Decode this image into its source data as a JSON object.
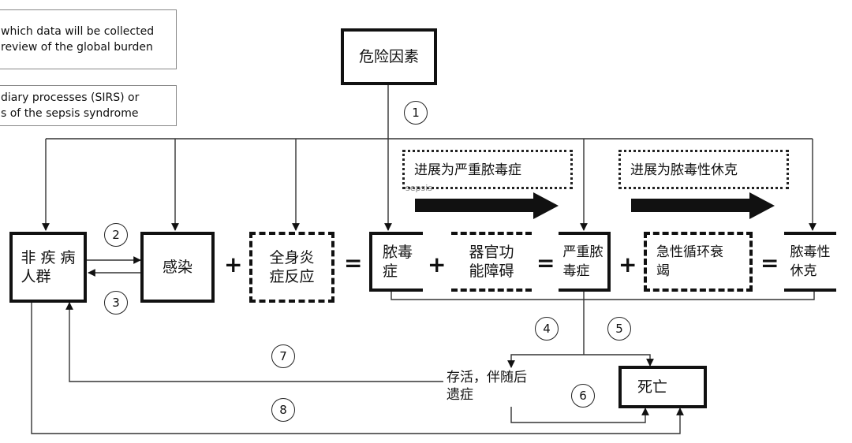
{
  "english_note_1": "which data will be collected\nreview of the global burden",
  "english_note_2": "diary processes (SIRS) or\ns of the sepsis syndrome",
  "risk_factor": "危险因素",
  "progress_severe": "进展为严重脓毒症",
  "progress_shock": "进展为脓毒性休克",
  "sepsis_faint": "sepsis",
  "non_disease": "非 疾 病\n人群",
  "infection": "感染",
  "sirs": "全身炎\n症反应",
  "sepsis": "脓毒\n症",
  "organ_dysfunction": "器官功\n能障碍",
  "severe_sepsis": "严重脓\n毒症",
  "acute_circ": "急性循环衰\n竭",
  "septic_shock": "脓毒性\n休克",
  "survive": "存活，伴随后\n遗症",
  "death": "死亡",
  "plus": "+",
  "equals": "=",
  "steps": [
    "1",
    "2",
    "3",
    "4",
    "5",
    "6",
    "7",
    "8"
  ],
  "colors": {
    "line": "#111111",
    "thin_line": "#333333"
  }
}
